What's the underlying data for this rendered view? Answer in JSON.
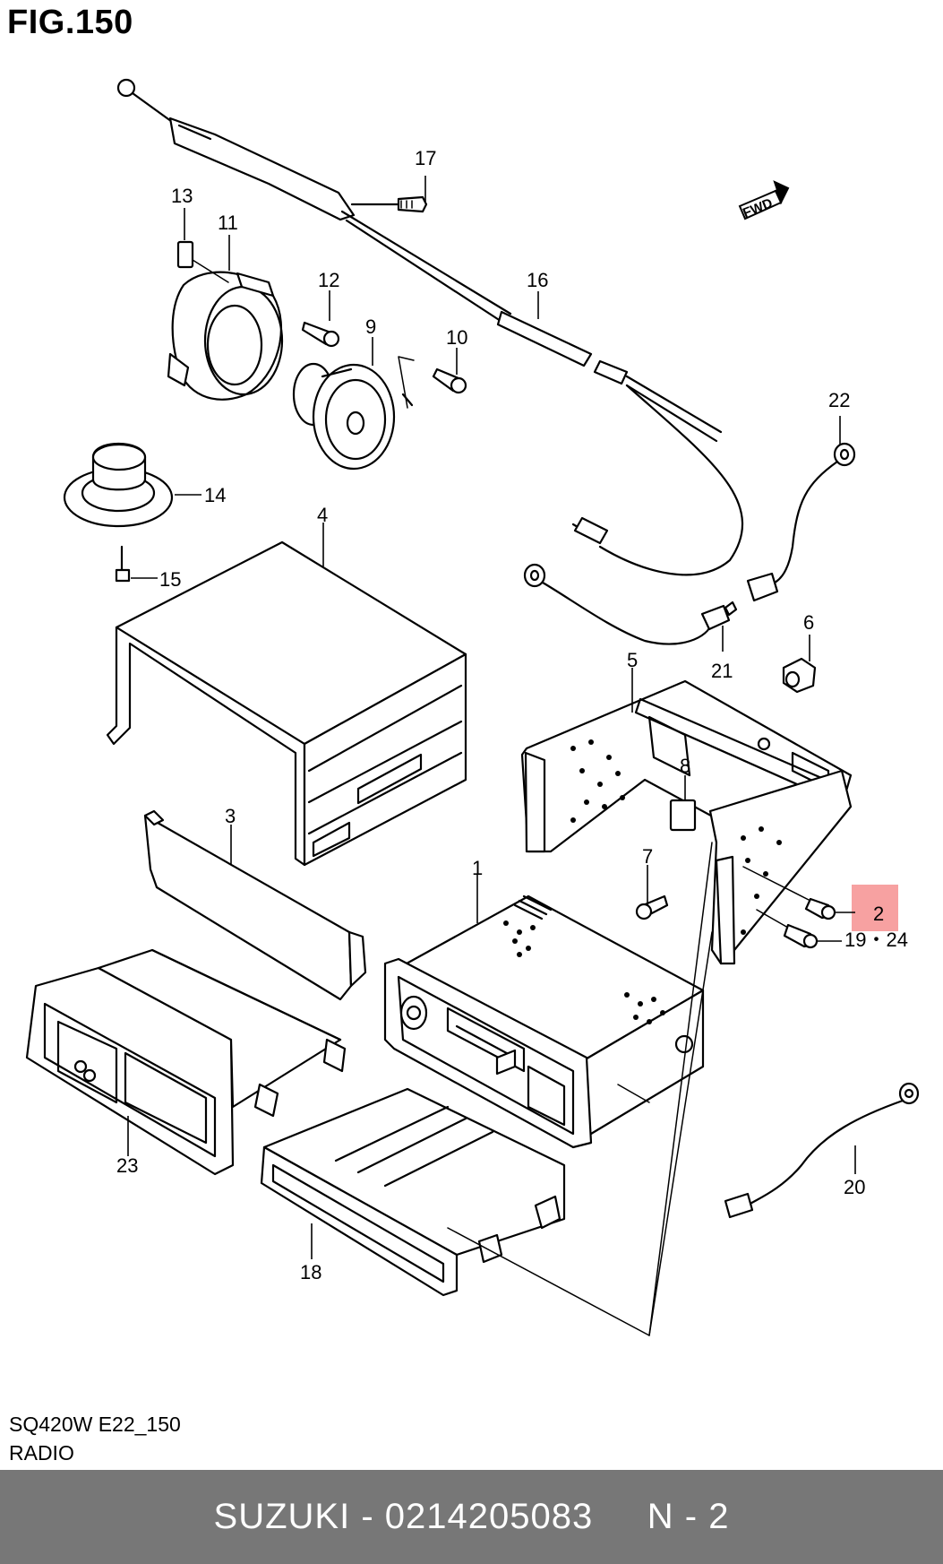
{
  "figure": {
    "title": "FIG.150"
  },
  "callouts": {
    "c1": "1",
    "c2": "2",
    "c3": "3",
    "c4": "4",
    "c5": "5",
    "c6": "6",
    "c7": "7",
    "c8": "8",
    "c9": "9",
    "c10": "10",
    "c11": "11",
    "c12": "12",
    "c13": "13",
    "c14": "14",
    "c15": "15",
    "c16": "16",
    "c17": "17",
    "c18": "18",
    "c19_24": "19・24",
    "c20": "20",
    "c21": "21",
    "c22": "22",
    "c23": "23"
  },
  "direction_label": "FWD",
  "highlight": {
    "part": "2",
    "color": "#f7a1a1"
  },
  "caption": {
    "model": "SQ420W E22_150",
    "name": "RADIO"
  },
  "footer": {
    "text": "SUZUKI - 0214205083     N - 2",
    "background": "#777777",
    "text_color": "#ffffff"
  }
}
